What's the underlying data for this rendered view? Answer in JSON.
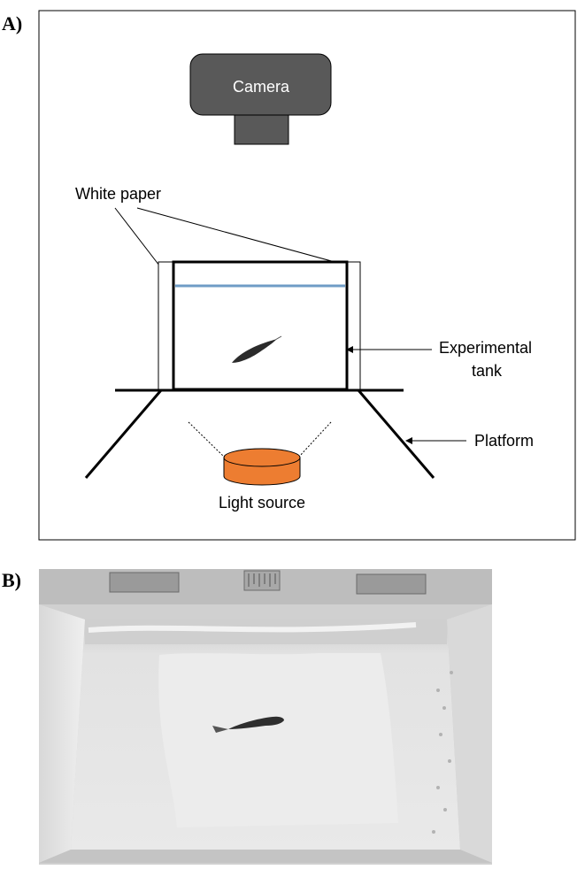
{
  "panels": {
    "a_label": "A)",
    "b_label": "B)"
  },
  "diagram": {
    "camera_label": "Camera",
    "white_paper_label": "White paper",
    "tank_label_line1": "Experimental",
    "tank_label_line2": "tank",
    "platform_label": "Platform",
    "light_source_label": "Light source"
  },
  "colors": {
    "camera_body": "#595959",
    "water_line": "#6f9cc6",
    "light_source": "#ed7d31",
    "fish": "#2b2b2b"
  },
  "photo": {
    "icons": [
      "hinge-left",
      "hinge-right",
      "ruler",
      "fish"
    ]
  }
}
